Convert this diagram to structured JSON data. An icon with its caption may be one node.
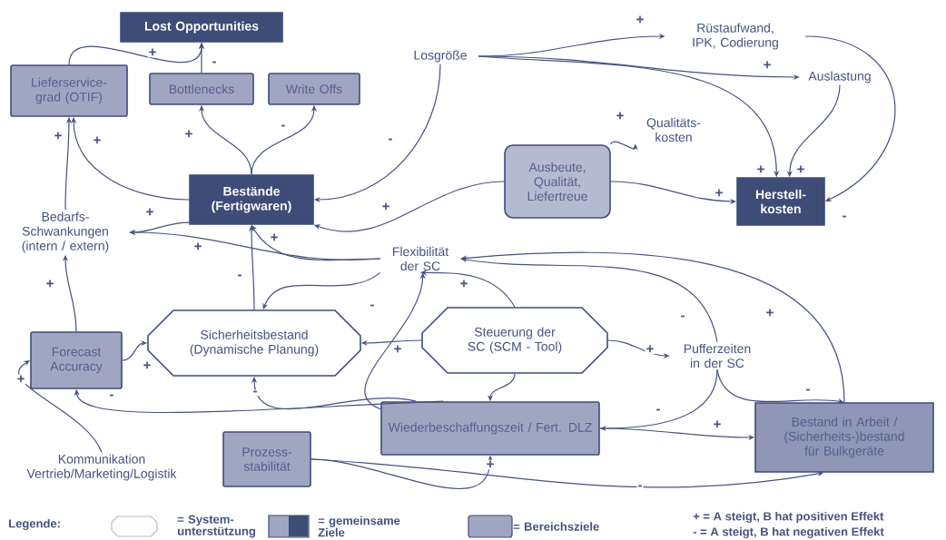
{
  "diagram": {
    "nodes": [
      {
        "text": [
          "Lost Opportunities"
        ]
      },
      {
        "text": [
          "Lieferservice- grad (OTIF)"
        ]
      },
      {
        "text": [
          "Bottlenecks"
        ]
      },
      {
        "text": [
          "Write Offs"
        ]
      },
      {
        "text": [
          "Losgröße"
        ]
      },
      {
        "text": [
          "Rüstaufwand, IPK, Codierung"
        ]
      },
      {
        "text": [
          "Auslastung"
        ]
      },
      {
        "text": [
          "Qualitäts- kosten"
        ]
      },
      {
        "text": [
          "Ausbeute, Qualität, Liefertreue"
        ]
      },
      {
        "text": [
          "Bestände (Fertigwaren)"
        ]
      },
      {
        "text": [
          "Herstell- kosten"
        ]
      },
      {
        "text": [
          "Bedarfs- Schwankungen (intern / extern)"
        ]
      },
      {
        "text": [
          "Flexibilität der SC"
        ]
      },
      {
        "text": [
          "Sicherheitsbestand (Dynamische Planung)"
        ]
      },
      {
        "text": [
          "Steuerung der SC (SCM - Tool)"
        ]
      },
      {
        "text": [
          "Forecast Accuracy"
        ]
      },
      {
        "text": [
          "Pufferzeiten in der SC"
        ]
      },
      {
        "text": [
          "Wiederbeschaffungszeit / Fert. DLZ"
        ]
      },
      {
        "text": [
          "Bestand in Arbeit / (Sicherheits-)bestand für Bulkgeräte"
        ]
      },
      {
        "text": [
          "Kommunikation Vertrieb/Marketing/Logistik"
        ]
      },
      {
        "text": [
          "Prozess- stabilität"
        ]
      }
    ],
    "edges": [
      {
        "from": 1,
        "to": 0,
        "arrow": "to",
        "label": "+"
      },
      {
        "from": 2,
        "to": 0,
        "arrow": "to",
        "label": "-"
      },
      {
        "from": 9,
        "to": 2,
        "arrow": "to",
        "label": "+"
      },
      {
        "from": 9,
        "to": 3,
        "arrow": "to",
        "label": "-"
      },
      {
        "from": 9,
        "to": 1,
        "arrow": "to",
        "label": "+"
      },
      {
        "from": 11,
        "to": 1,
        "arrow": "to",
        "label": "+"
      },
      {
        "from": 4,
        "to": 9,
        "arrow": "to",
        "label": "-"
      },
      {
        "from": 4,
        "to": 5,
        "arrow": "to",
        "label": "+"
      },
      {
        "from": 4,
        "to": 6,
        "arrow": "to",
        "label": "+"
      },
      {
        "from": 4,
        "to": 10,
        "arrow": "to",
        "label": "+"
      },
      {
        "from": 6,
        "to": 10,
        "arrow": "to",
        "label": "+"
      },
      {
        "from": 5,
        "to": 10,
        "arrow": "to",
        "label": "-"
      },
      {
        "from": 8,
        "to": 10,
        "arrow": "to",
        "label": "+"
      },
      {
        "from": 8,
        "to": 7,
        "arrow": "to",
        "label": "+"
      },
      {
        "from": 8,
        "to": 9,
        "arrow": "to",
        "label": "+"
      },
      {
        "from": 12,
        "to": 9,
        "arrow": "to",
        "label": "+"
      },
      {
        "from": 12,
        "to": 11,
        "arrow": "to",
        "label": "+"
      },
      {
        "from": 9,
        "to": 11,
        "arrow": "to",
        "label": "+"
      },
      {
        "from": 13,
        "to": 9,
        "arrow": "to",
        "label": "-"
      },
      {
        "from": 12,
        "to": 13,
        "arrow": "to"
      },
      {
        "from": 14,
        "to": 13,
        "arrow": "to",
        "label": "-"
      },
      {
        "from": 14,
        "to": 12,
        "arrow": "to",
        "label": "+"
      },
      {
        "from": 17,
        "to": 12,
        "arrow": "to",
        "label": "+"
      },
      {
        "from": 15,
        "to": 13,
        "arrow": "to",
        "label": "+"
      },
      {
        "from": 15,
        "to": 11,
        "arrow": "to",
        "label": "+"
      },
      {
        "from": 19,
        "to": 15,
        "arrow": "to",
        "label": "+"
      },
      {
        "from": 17,
        "to": 15,
        "arrow": "to",
        "label": "-"
      },
      {
        "from": 17,
        "to": 13,
        "arrow": "to",
        "label": "-"
      },
      {
        "from": 14,
        "to": 17,
        "arrow": "to"
      },
      {
        "from": 14,
        "to": 16,
        "arrow": "to",
        "label": "+"
      },
      {
        "from": 16,
        "to": 12,
        "arrow": "to",
        "label": "-"
      },
      {
        "from": 18,
        "to": 12,
        "arrow": "to",
        "label": "+"
      },
      {
        "from": 16,
        "to": 18,
        "arrow": "to",
        "label": "-"
      },
      {
        "from": 16,
        "to": 17,
        "arrow": "to",
        "label": "-"
      },
      {
        "from": 17,
        "to": 18,
        "arrow": "to",
        "label": "+"
      },
      {
        "from": 20,
        "to": 17,
        "arrow": "to",
        "label": "+"
      },
      {
        "from": 20,
        "to": 18,
        "arrow": "to",
        "label": "-"
      }
    ],
    "labels": [
      "Legende:",
      "+ = A steigt, B hat positiven Effekt",
      "- = A steigt, B hat negativen Effekt"
    ],
    "legend": [
      {
        "text": "= System- unterstützung"
      },
      {
        "text": "= gemeinsame Ziele"
      },
      {
        "text": "= Bereichsziele",
        "color": "#a0a6c2"
      }
    ]
  }
}
